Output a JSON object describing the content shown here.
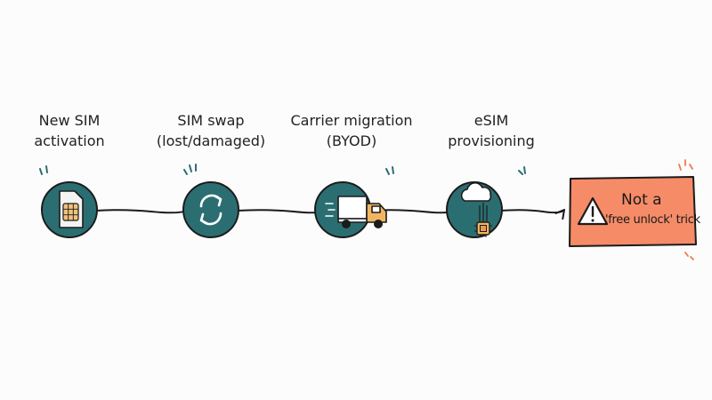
{
  "steps": [
    {
      "label_lines": [
        "New SIM",
        "activation"
      ],
      "icon": "sim-card-icon"
    },
    {
      "label_lines": [
        "SIM swap",
        "(lost/damaged)"
      ],
      "icon": "refresh-arrows-icon"
    },
    {
      "label_lines": [
        "Carrier migration",
        "(BYOD)"
      ],
      "icon": "delivery-truck-icon"
    },
    {
      "label_lines": [
        "eSIM",
        "provisioning"
      ],
      "icon": "cloud-chip-icon"
    }
  ],
  "warning": {
    "line1": "Not a",
    "line2": "'free unlock' trick",
    "icon": "warning-triangle-icon"
  },
  "colors": {
    "circle_fill": "#2b6e72",
    "outline": "#1b1b1b",
    "sim_gold": "#f1c27c",
    "truck_body": "#ffffff",
    "truck_cab": "#f1b561",
    "warning_fill": "#f68b68",
    "accent_marks_teal": "#2b6e72",
    "accent_marks_orange": "#ec7a52",
    "background": "#fdfcfc"
  }
}
